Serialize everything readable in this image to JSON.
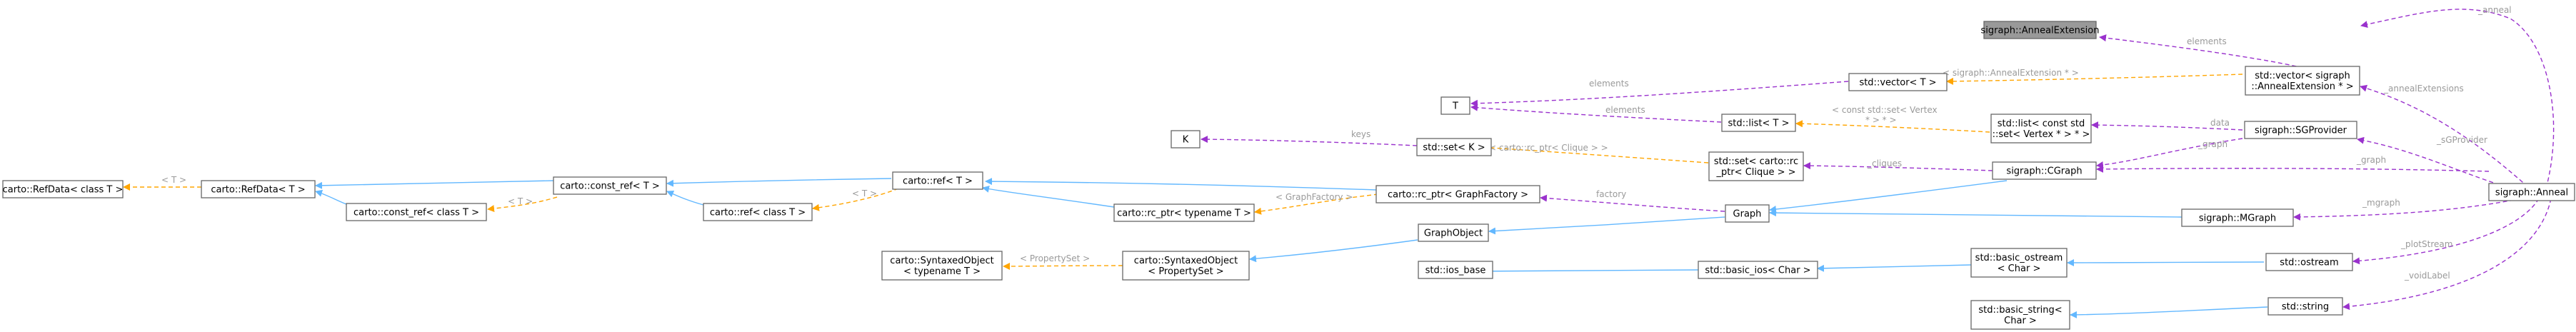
{
  "colors": {
    "inherit": "#63b8ff",
    "template": "#ffa500",
    "usage": "#9a32cd",
    "node_border": "#666666",
    "focus_fill": "#999999",
    "label_text": "#9a9a9a"
  },
  "nodes": {
    "anneal_extension": [
      "sigraph::AnnealExtension"
    ],
    "vector_anneal_ext": [
      "std::vector< sigraph",
      "::AnnealExtension * >"
    ],
    "vector_t": [
      "std::vector< T >"
    ],
    "t": [
      "T"
    ],
    "list_t": [
      "std::list< T >"
    ],
    "list_set_vertex": [
      "std::list< const std",
      "::set< Vertex * > * >"
    ],
    "sgprovider": [
      "sigraph::SGProvider"
    ],
    "k": [
      "K"
    ],
    "set_k": [
      "std::set< K >"
    ],
    "set_clique": [
      "std::set< carto::rc",
      "_ptr< Clique > >"
    ],
    "cgraph": [
      "sigraph::CGraph"
    ],
    "anneal": [
      "sigraph::Anneal"
    ],
    "refdata_class_t": [
      "carto::RefData< class T >"
    ],
    "refdata_t": [
      "carto::RefData< T >"
    ],
    "const_ref_t": [
      "carto::const_ref< T >"
    ],
    "const_ref_class_t": [
      "carto::const_ref< class T >"
    ],
    "ref_class_t": [
      "carto::ref< class T >"
    ],
    "ref_t": [
      "carto::ref< T >"
    ],
    "rc_ptr_typename": [
      "carto::rc_ptr< typename T >"
    ],
    "rc_ptr_graphfactory": [
      "carto::rc_ptr< GraphFactory >"
    ],
    "graph": [
      "Graph"
    ],
    "mgraph": [
      "sigraph::MGraph"
    ],
    "graphobject": [
      "GraphObject"
    ],
    "syntaxed_typename": [
      "carto::SyntaxedObject",
      "< typename T >"
    ],
    "syntaxed_propertyset": [
      "carto::SyntaxedObject",
      "< PropertySet >"
    ],
    "ios_base": [
      "std::ios_base"
    ],
    "basic_ios": [
      "std::basic_ios< Char >"
    ],
    "basic_ostream": [
      "std::basic_ostream",
      "< Char >"
    ],
    "ostream": [
      "std::ostream"
    ],
    "basic_string": [
      "std::basic_string<",
      "Char >"
    ],
    "string": [
      "std::string"
    ]
  },
  "edge_labels": {
    "anneal": "_anneal",
    "elements": "elements",
    "vector_anneal_ext": "< sigraph::AnnealExtension * >",
    "anneal_extensions": "_annealExtensions",
    "const_set_vertex_1": "< const std::set< Vertex",
    "const_set_vertex_2": "* > * >",
    "data": "data",
    "graph": "_graph",
    "sgprovider": "_sGProvider",
    "keys": "keys",
    "rc_ptr_clique": "< carto::rc_ptr< Clique > >",
    "cliques": "_cliques",
    "t": "< T >",
    "graphfactory": "< GraphFactory >",
    "factory": "factory",
    "mgraph": "_mgraph",
    "propertyset": "< PropertySet >",
    "plot_stream": "_plotStream",
    "void_label": "_voidLabel"
  }
}
